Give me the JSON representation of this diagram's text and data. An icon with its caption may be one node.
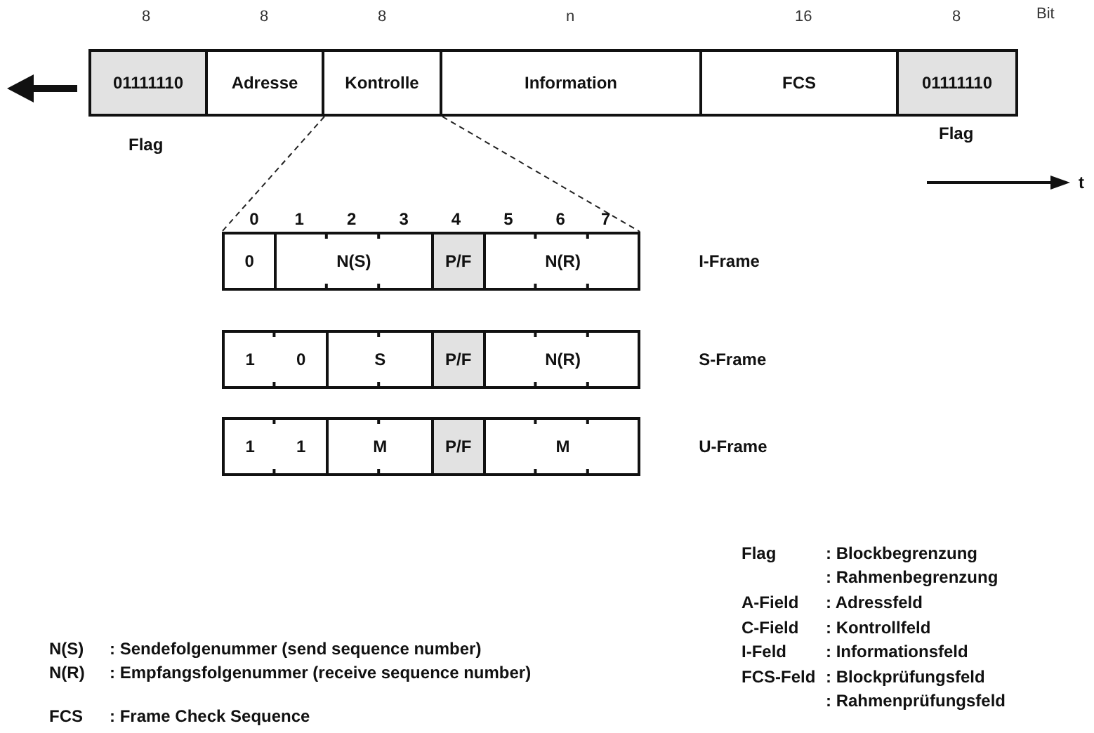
{
  "diagram": {
    "nodes": [
      {
        "text": [
          "01111110"
        ],
        "beside": [
          "Flag"
        ]
      },
      {
        "text": [
          "Adresse"
        ]
      },
      {
        "text": [
          "Kontrolle"
        ]
      },
      {
        "text": [
          "Information"
        ]
      },
      {
        "text": [
          "FCS"
        ]
      },
      {
        "text": [
          "01111110"
        ],
        "beside": [
          "Flag"
        ]
      },
      {
        "text": [
          "I-Frame"
        ]
      },
      {
        "text": [
          "0"
        ],
        "in": 6
      },
      {
        "text": [
          "N(S)"
        ],
        "in": 6
      },
      {
        "text": [
          "P/F"
        ],
        "in": 6
      },
      {
        "text": [
          "N(R)"
        ],
        "in": 6
      },
      {
        "text": [
          "S-Frame"
        ]
      },
      {
        "text": [
          "1",
          "0"
        ],
        "in": 11
      },
      {
        "text": [
          "S"
        ],
        "in": 11
      },
      {
        "text": [
          "P/F"
        ],
        "in": 11
      },
      {
        "text": [
          "N(R)"
        ],
        "in": 11
      },
      {
        "text": [
          "U-Frame"
        ]
      },
      {
        "text": [
          "1",
          "1"
        ],
        "in": 16
      },
      {
        "text": [
          "M"
        ],
        "in": 16
      },
      {
        "text": [
          "P/F"
        ],
        "in": 16
      },
      {
        "text": [
          "M"
        ],
        "in": 16
      }
    ],
    "edges": [
      {
        "from": 2,
        "to": 6,
        "arrow": "none",
        "style": "dashed"
      },
      {
        "from": 2,
        "to": 6,
        "arrow": "none",
        "style": "dashed"
      }
    ],
    "labels": [
      "8",
      "8",
      "8",
      "n",
      "16",
      "8",
      "Bit",
      "t",
      "0",
      "1",
      "2",
      "3",
      "4",
      "5",
      "6",
      "7",
      "Flag",
      ": Blockbegrenzung",
      ": Rahmenbegrenzung",
      "A-Field",
      ": Adressfeld",
      "C-Field",
      ": Kontrollfeld",
      "I-Feld",
      ": Informationsfeld",
      "FCS-Feld",
      ": Blockprüfungsfeld",
      ": Rahmenprüfungsfeld",
      "N(S)",
      ": Sendefolgenummer (send sequence number)",
      "N(R)",
      ": Empfangsfolgenummer (receive sequence number)",
      "FCS",
      ": Frame Check Sequence"
    ]
  }
}
